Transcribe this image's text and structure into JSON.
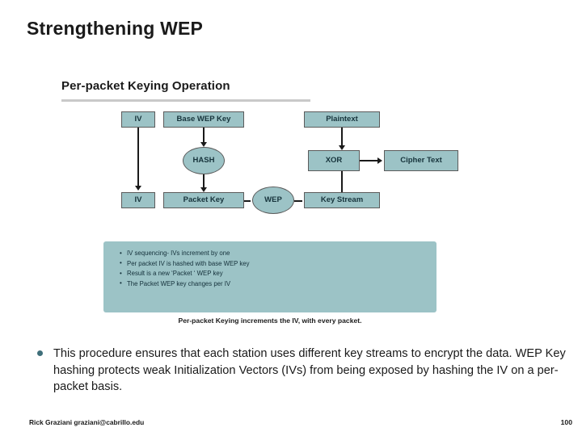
{
  "slide": {
    "title": "Strengthening WEP",
    "page_number": "100",
    "footer_credit": "Rick Graziani graziani@cabrillo.edu",
    "body_bullet": "This procedure ensures that each station uses different key streams to encrypt the data. WEP Key hashing protects weak Initialization Vectors (IVs) from being exposed by hashing the IV on a per-packet basis."
  },
  "figure": {
    "title": "Per-packet Keying Operation",
    "caption": "Per-packet Keying increments the IV, with every packet.",
    "nodes": [
      {
        "id": "iv-top",
        "label": "IV"
      },
      {
        "id": "base-wep-key",
        "label": "Base WEP Key"
      },
      {
        "id": "plaintext",
        "label": "Plaintext"
      },
      {
        "id": "hash",
        "label": "HASH"
      },
      {
        "id": "xor",
        "label": "XOR"
      },
      {
        "id": "ciphertext",
        "label": "Cipher Text"
      },
      {
        "id": "iv-bottom",
        "label": "IV"
      },
      {
        "id": "packet-key",
        "label": "Packet Key"
      },
      {
        "id": "wep",
        "label": "WEP"
      },
      {
        "id": "key-stream",
        "label": "Key Stream"
      }
    ],
    "notes": [
      "IV sequencing- IVs increment by one",
      "Per packet IV is hashed with base WEP key",
      "Result is a new ‘Packet ‘ WEP key",
      "The Packet WEP key changes per IV"
    ]
  },
  "colors": {
    "node_fill": "#9cc3c6",
    "panel_fill": "#9cc3c6",
    "bullet": "#3f6f7a",
    "text": "#1a1a1a"
  }
}
